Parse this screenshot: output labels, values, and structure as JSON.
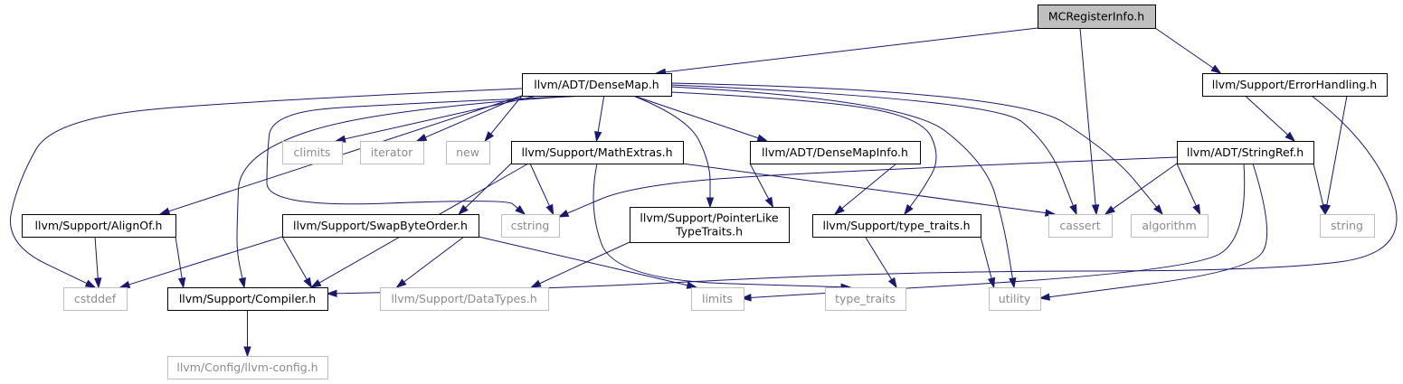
{
  "diagram": {
    "nodes": [
      {
        "id": "mcreg",
        "label": [
          "MCRegisterInfo.h"
        ],
        "style": "root"
      },
      {
        "id": "densemap",
        "label": [
          "llvm/ADT/DenseMap.h"
        ],
        "style": "dark"
      },
      {
        "id": "errhand",
        "label": [
          "llvm/Support/ErrorHandling.h"
        ],
        "style": "dark"
      },
      {
        "id": "climits",
        "label": [
          "climits"
        ],
        "style": "light"
      },
      {
        "id": "iterator",
        "label": [
          "iterator"
        ],
        "style": "light"
      },
      {
        "id": "new",
        "label": [
          "new"
        ],
        "style": "light"
      },
      {
        "id": "mathextras",
        "label": [
          "llvm/Support/MathExtras.h"
        ],
        "style": "dark"
      },
      {
        "id": "densemapinfo",
        "label": [
          "llvm/ADT/DenseMapInfo.h"
        ],
        "style": "dark"
      },
      {
        "id": "stringref",
        "label": [
          "llvm/ADT/StringRef.h"
        ],
        "style": "dark"
      },
      {
        "id": "alignof",
        "label": [
          "llvm/Support/AlignOf.h"
        ],
        "style": "dark"
      },
      {
        "id": "swapbyte",
        "label": [
          "llvm/Support/SwapByteOrder.h"
        ],
        "style": "dark"
      },
      {
        "id": "cstring",
        "label": [
          "cstring"
        ],
        "style": "light"
      },
      {
        "id": "pointerlike",
        "label": [
          "llvm/Support/PointerLike",
          "TypeTraits.h"
        ],
        "style": "dark"
      },
      {
        "id": "typetraits_h",
        "label": [
          "llvm/Support/type_traits.h"
        ],
        "style": "dark"
      },
      {
        "id": "cassert",
        "label": [
          "cassert"
        ],
        "style": "light"
      },
      {
        "id": "algorithm",
        "label": [
          "algorithm"
        ],
        "style": "light"
      },
      {
        "id": "string",
        "label": [
          "string"
        ],
        "style": "light"
      },
      {
        "id": "cstddef",
        "label": [
          "cstddef"
        ],
        "style": "light"
      },
      {
        "id": "compiler",
        "label": [
          "llvm/Support/Compiler.h"
        ],
        "style": "dark"
      },
      {
        "id": "datatypes",
        "label": [
          "llvm/Support/DataTypes.h"
        ],
        "style": "light"
      },
      {
        "id": "limits",
        "label": [
          "limits"
        ],
        "style": "light"
      },
      {
        "id": "type_traits",
        "label": [
          "type_traits"
        ],
        "style": "light"
      },
      {
        "id": "utility",
        "label": [
          "utility"
        ],
        "style": "light"
      },
      {
        "id": "llvmconfig",
        "label": [
          "llvm/Config/llvm-config.h"
        ],
        "style": "light"
      }
    ],
    "edges": [
      {
        "from": "mcreg",
        "to": "densemap"
      },
      {
        "from": "mcreg",
        "to": "cassert"
      },
      {
        "from": "mcreg",
        "to": "errhand"
      },
      {
        "from": "densemap",
        "to": "climits"
      },
      {
        "from": "densemap",
        "to": "iterator"
      },
      {
        "from": "densemap",
        "to": "new"
      },
      {
        "from": "densemap",
        "to": "mathextras"
      },
      {
        "from": "densemap",
        "to": "densemapinfo"
      },
      {
        "from": "densemap",
        "to": "alignof"
      },
      {
        "from": "densemap",
        "to": "cstddef"
      },
      {
        "from": "densemap",
        "to": "compiler"
      },
      {
        "from": "densemap",
        "to": "cstring"
      },
      {
        "from": "densemap",
        "to": "pointerlike"
      },
      {
        "from": "densemap",
        "to": "typetraits_h"
      },
      {
        "from": "densemap",
        "to": "utility"
      },
      {
        "from": "densemap",
        "to": "cassert"
      },
      {
        "from": "densemap",
        "to": "algorithm"
      },
      {
        "from": "errhand",
        "to": "stringref"
      },
      {
        "from": "errhand",
        "to": "string"
      },
      {
        "from": "errhand",
        "to": "compiler"
      },
      {
        "from": "mathextras",
        "to": "swapbyte"
      },
      {
        "from": "mathextras",
        "to": "cstring"
      },
      {
        "from": "mathextras",
        "to": "compiler"
      },
      {
        "from": "mathextras",
        "to": "cassert"
      },
      {
        "from": "mathextras",
        "to": "type_traits"
      },
      {
        "from": "densemapinfo",
        "to": "pointerlike"
      },
      {
        "from": "densemapinfo",
        "to": "typetraits_h"
      },
      {
        "from": "stringref",
        "to": "cstring"
      },
      {
        "from": "stringref",
        "to": "cassert"
      },
      {
        "from": "stringref",
        "to": "algorithm"
      },
      {
        "from": "stringref",
        "to": "string"
      },
      {
        "from": "stringref",
        "to": "limits"
      },
      {
        "from": "stringref",
        "to": "utility"
      },
      {
        "from": "alignof",
        "to": "cstddef"
      },
      {
        "from": "alignof",
        "to": "compiler"
      },
      {
        "from": "swapbyte",
        "to": "cstddef"
      },
      {
        "from": "swapbyte",
        "to": "compiler"
      },
      {
        "from": "swapbyte",
        "to": "datatypes"
      },
      {
        "from": "swapbyte",
        "to": "limits"
      },
      {
        "from": "pointerlike",
        "to": "datatypes"
      },
      {
        "from": "typetraits_h",
        "to": "type_traits"
      },
      {
        "from": "typetraits_h",
        "to": "utility"
      },
      {
        "from": "compiler",
        "to": "llvmconfig"
      }
    ]
  },
  "colors": {
    "edge": "#191970",
    "dark_border": "#000000",
    "light_border": "#bfbfbf",
    "light_text": "#8c8c8c",
    "root_fill": "#bfbfbf"
  }
}
